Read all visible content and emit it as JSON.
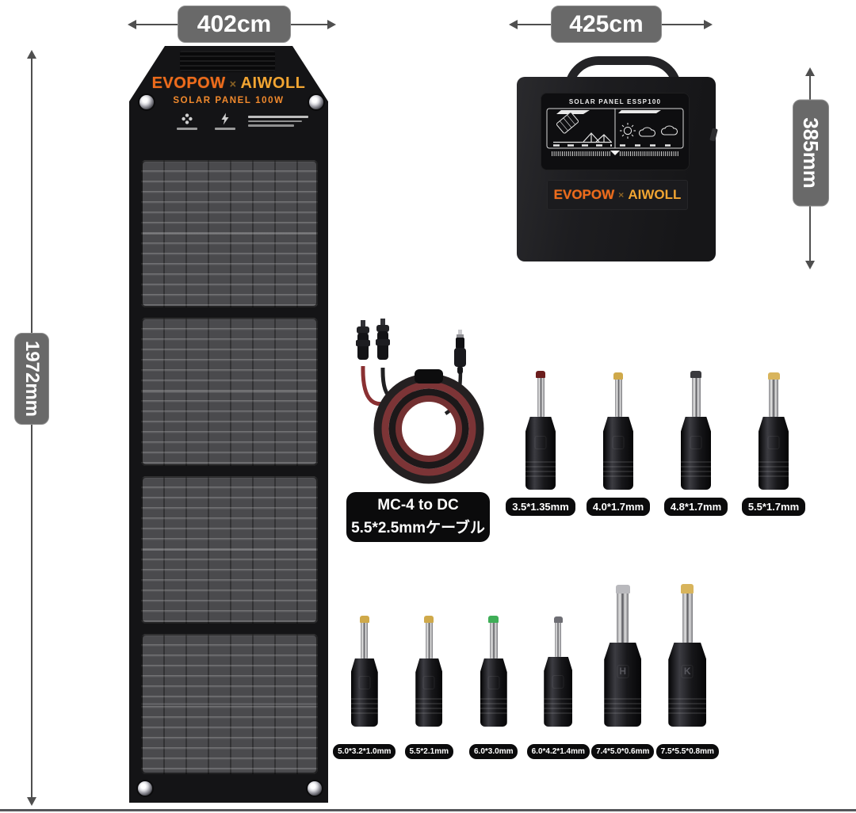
{
  "product": {
    "brand_left": "EVOPOW",
    "brand_separator": "×",
    "brand_right": "AIWOLL"
  },
  "unfolded_panel": {
    "title": "SOLAR PANEL 100W",
    "width_label": "402cm",
    "height_label": "1972mm"
  },
  "folded_panel": {
    "patch_title": "SOLAR PANEL ESSP100",
    "width_label": "425cm",
    "height_label": "385mm"
  },
  "cable": {
    "label_line1": "MC-4 to DC",
    "label_line2": "5.5*2.5mmケーブル"
  },
  "adapters": {
    "row1": [
      {
        "size": "3.5*1.35mm",
        "tip_color": "#6b1d1d",
        "letter": ""
      },
      {
        "size": "4.0*1.7mm",
        "tip_color": "#cfa94a",
        "letter": ""
      },
      {
        "size": "4.8*1.7mm",
        "tip_color": "#3a3a3e",
        "letter": ""
      },
      {
        "size": "5.5*1.7mm",
        "tip_color": "#d8b45c",
        "letter": ""
      }
    ],
    "row2": [
      {
        "size": "5.0*3.2*1.0mm",
        "tip_color": "#cfa94a",
        "letter": ""
      },
      {
        "size": "5.5*2.1mm",
        "tip_color": "#cfa94a",
        "letter": ""
      },
      {
        "size": "6.0*3.0mm",
        "tip_color": "#3fae57",
        "letter": ""
      },
      {
        "size": "6.0*4.2*1.4mm",
        "tip_color": "#6e6e74",
        "letter": ""
      },
      {
        "size": "7.4*5.0*0.6mm",
        "tip_color": "#b9b9bd",
        "letter": "H"
      },
      {
        "size": "7.5*5.5*0.8mm",
        "tip_color": "#d8b45c",
        "letter": "K"
      }
    ]
  },
  "icons": {
    "certification_icons": [
      "flower-icon",
      "bolt-icon"
    ],
    "patch_icons": [
      "solar-panel-icon",
      "tent-stand-icon",
      "sun-icon",
      "cloud-icon",
      "cloud-icon"
    ]
  },
  "colors": {
    "dimension_pill": "#696969",
    "accent_orange": "#ee6a1c",
    "accent_gold": "#f2a532",
    "label_pill": "#0b0b0c",
    "panel_cell": "#4a4a4d"
  }
}
